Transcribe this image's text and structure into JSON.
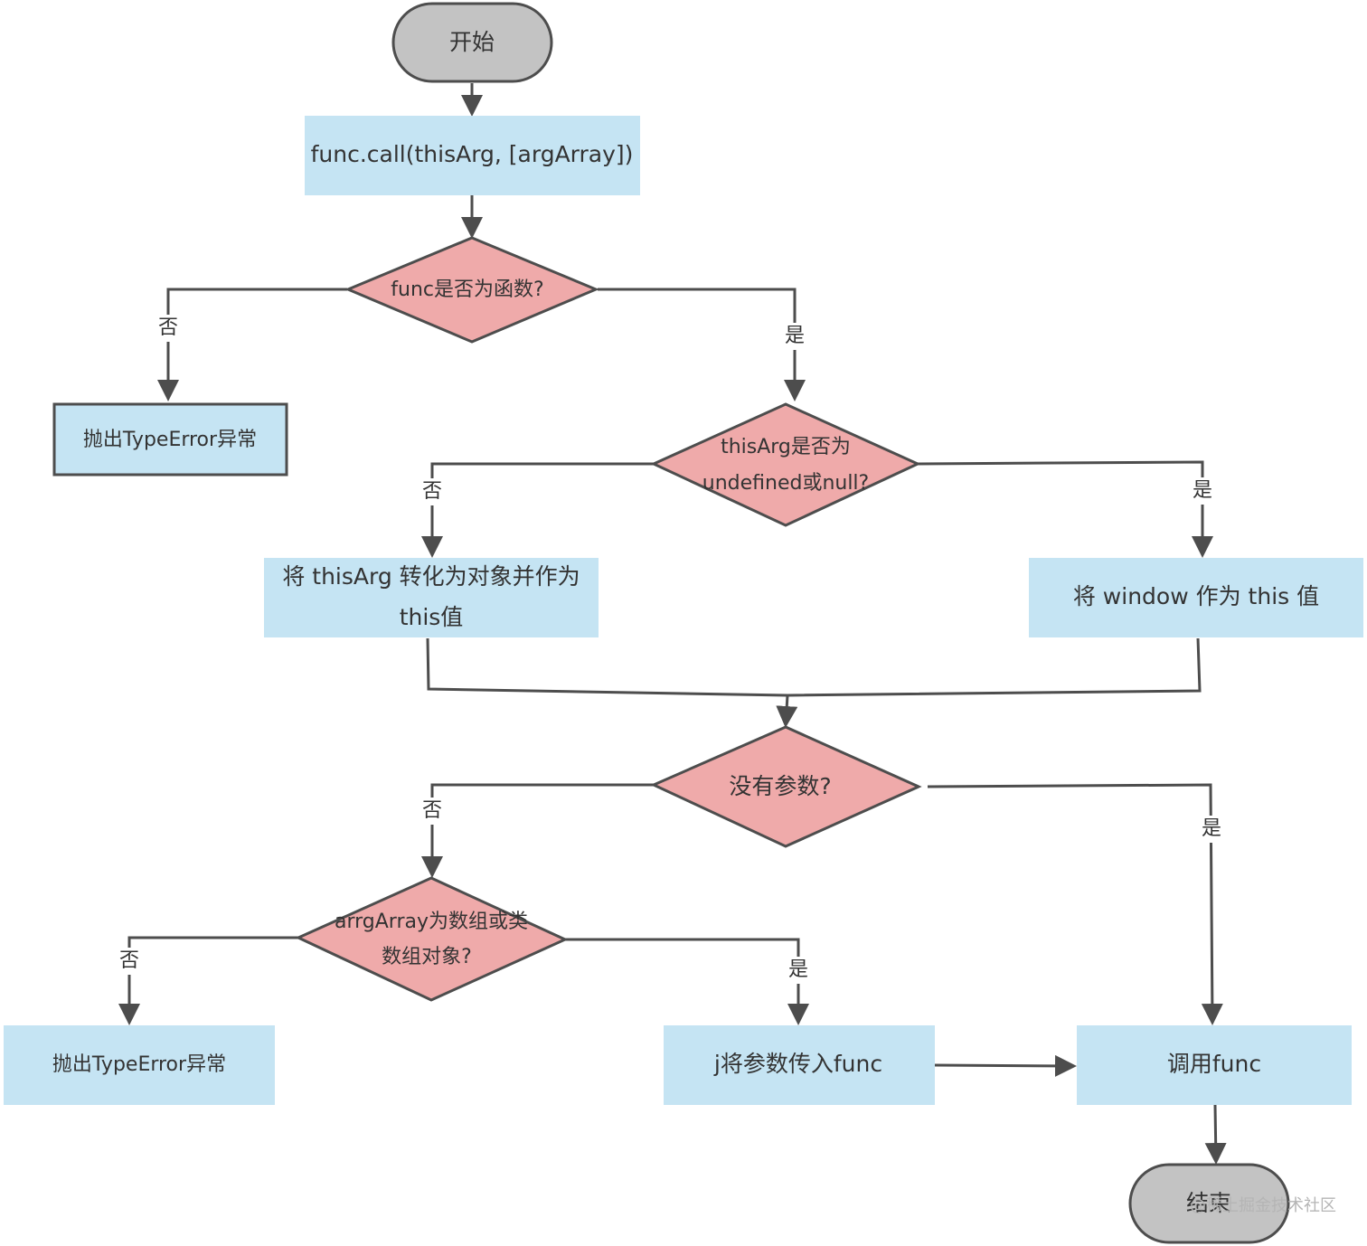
{
  "nodes": {
    "start": "开始",
    "call": "func.call(thisArg, [argArray])",
    "is_function": "func是否为函数?",
    "throw_1": "抛出TypeError异常",
    "this_check_line1": "thisArg是否为",
    "this_check_line2": "undefined或null?",
    "convert_line1": "将 thisArg 转化为对象并作为",
    "convert_line2": "this值",
    "window_this": "将 window 作为 this 值",
    "no_args": "没有参数?",
    "array_check_line1": "arrgArray为数组或类",
    "array_check_line2": "数组对象?",
    "throw_2": "抛出TypeError异常",
    "pass_args": "j将参数传入func",
    "invoke": "调用func",
    "end": "结束"
  },
  "edge_labels": {
    "no": "否",
    "yes": "是"
  },
  "watermark": "@稀土掘金技术社区",
  "colors": {
    "process_fill": "#c5e4f3",
    "decision_fill": "#efaaaa",
    "terminal_fill": "#c3c3c3",
    "stroke": "#4d4d4d"
  }
}
